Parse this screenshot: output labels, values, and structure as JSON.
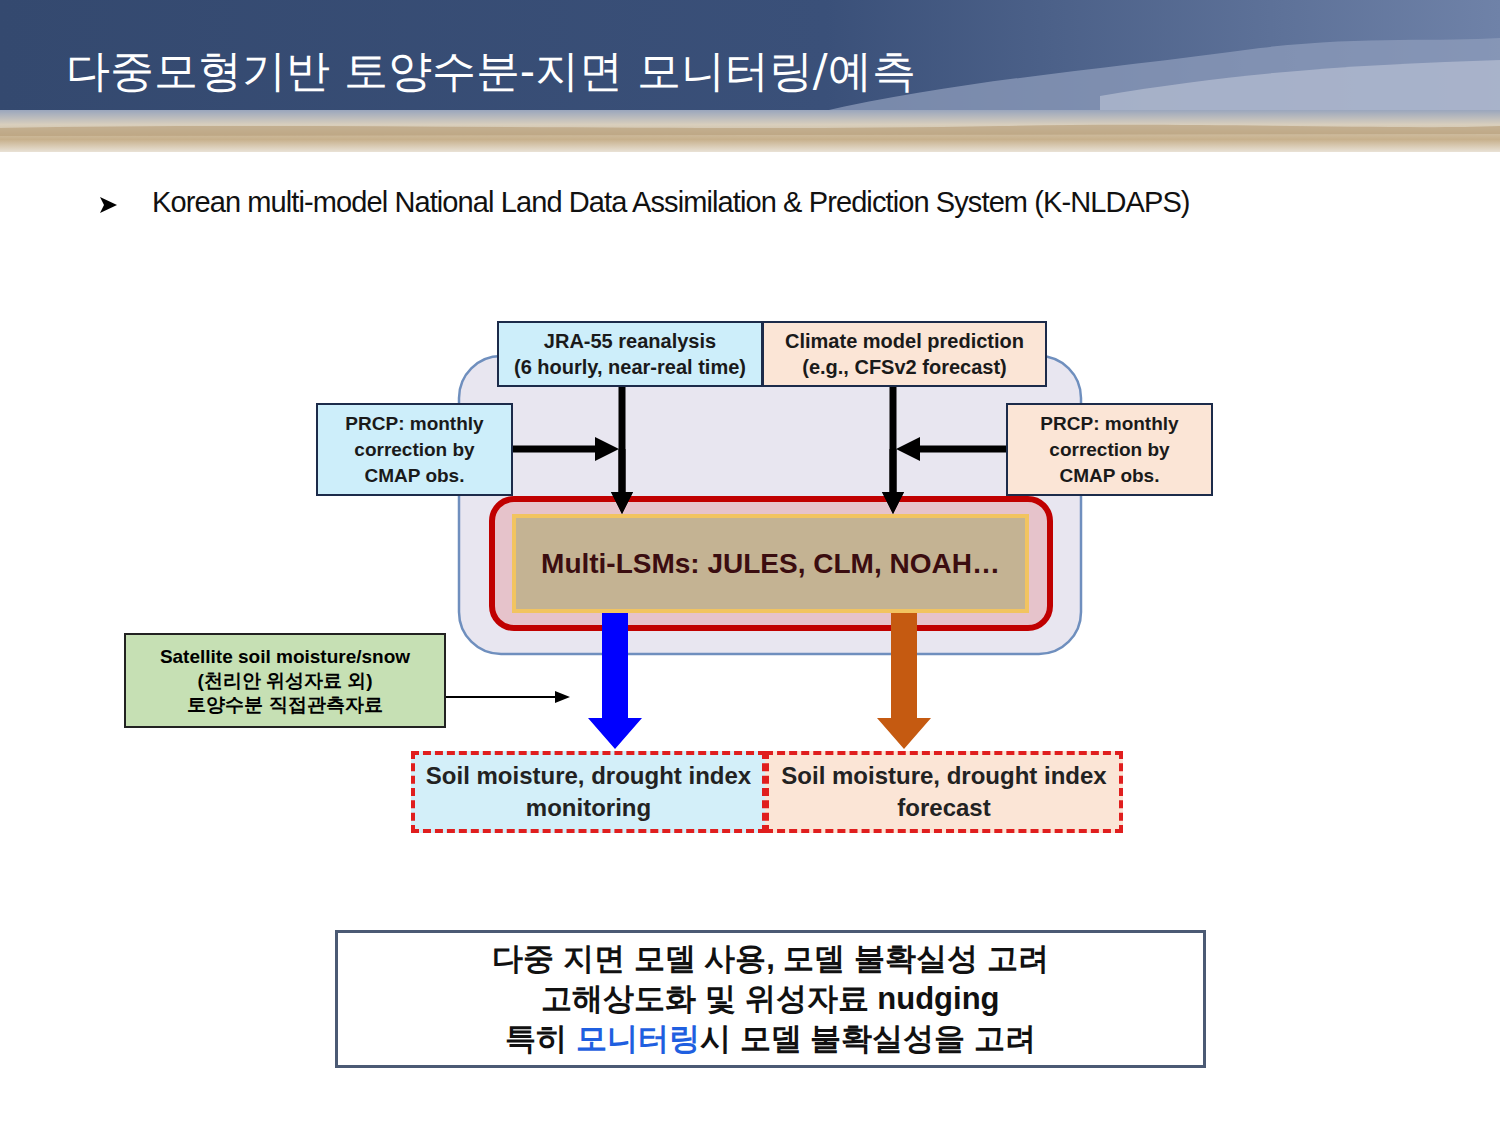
{
  "diagram": {
    "title": "다중모형기반 토양수분-지면 모니터링/예측",
    "nodes": [
      {
        "text": [
          "JRA-55 reanalysis",
          "(6 hourly, near-real time)"
        ]
      },
      {
        "text": [
          "Climate model prediction",
          "(e.g., CFSv2 forecast)"
        ]
      },
      {
        "text": [
          "PRCP: monthly correction by CMAP obs."
        ]
      },
      {
        "text": [
          "PRCP: monthly correction by CMAP obs."
        ]
      },
      {
        "text": [
          "Multi-LSMs: JULES, CLM, NOAH…"
        ]
      },
      {
        "text": [
          "Satellite soil moisture/snow",
          "(천리안 위성자료 외)",
          "토양수분 직접관측자료"
        ]
      },
      {
        "text": [
          "Soil moisture, drought index monitoring"
        ]
      },
      {
        "text": [
          "Soil moisture, drought index forecast"
        ]
      },
      {
        "text": [
          "다중 지면 모델 사용, 모델 불확실성 고려",
          "고해상도화 및 위성자료 nudging",
          "특히",
          "모니터링",
          "시 모델 불확실성을 고려"
        ]
      }
    ],
    "edges": [
      {
        "from": 0,
        "to": 4,
        "arrow": "to"
      },
      {
        "from": 2,
        "to": 4,
        "arrow": "to"
      },
      {
        "from": 1,
        "to": 4,
        "arrow": "to"
      },
      {
        "from": 3,
        "to": 4,
        "arrow": "to"
      },
      {
        "from": 4,
        "to": 6,
        "arrow": "to"
      },
      {
        "from": 4,
        "to": 7,
        "arrow": "to"
      }
    ],
    "labels": [
      "Korean multi-model National Land Data Assimilation & Prediction System (K-NLDAPS)"
    ]
  }
}
